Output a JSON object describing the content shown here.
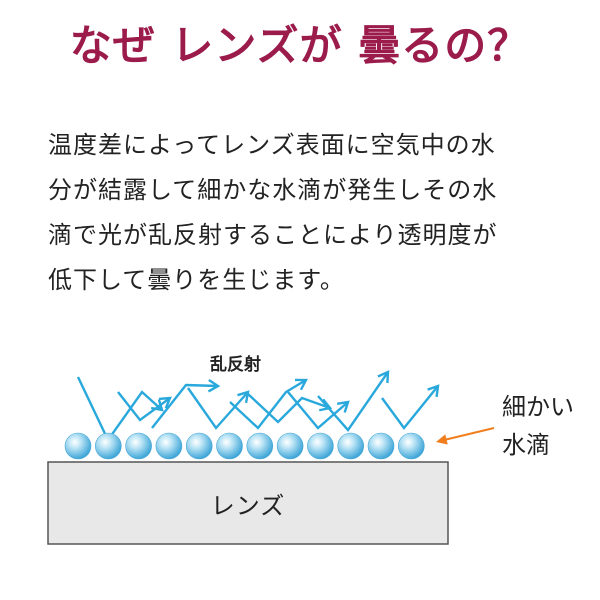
{
  "title": "なぜ レンズが 曇るの？",
  "body_lines": [
    "温度差によってレンズ表面に空気中の水",
    "分が結露して細かな水滴が発生しその水",
    "滴で光が乱反射することにより透明度が",
    "低下して曇りを生じます。"
  ],
  "diagram": {
    "scatter_label": "乱反射",
    "droplet_label_lines": [
      "細かい",
      "水滴"
    ],
    "lens_label": "レンズ",
    "droplet_count": 12
  },
  "colors": {
    "title": "#9b1b4a",
    "arrow": "#29a8dc",
    "pointer": "#f07e1d",
    "lens_fill": "#e8e8e8",
    "lens_stroke": "#555555",
    "droplet": "#5bb7e0"
  }
}
